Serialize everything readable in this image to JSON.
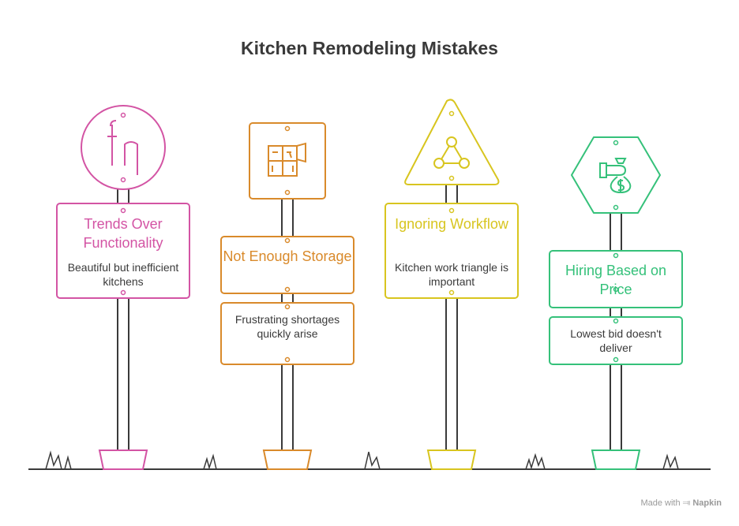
{
  "title": "Kitchen Remodeling Mistakes",
  "signs": [
    {
      "title": "Trends Over Functionality",
      "desc": "Beautiful but inefficient kitchens",
      "icon": "sink-faucet-icon",
      "color": "#d354a4"
    },
    {
      "title": "Not Enough Storage",
      "desc": "Frustrating shortages quickly arise",
      "icon": "storage-cabinet-icon",
      "color": "#d98a2b"
    },
    {
      "title": "Ignoring Workflow",
      "desc": "Kitchen work triangle is important",
      "icon": "triangle-nodes-icon",
      "color": "#d8c51f"
    },
    {
      "title": "Hiring Based on Price",
      "desc": "Lowest bid doesn't deliver",
      "icon": "money-bag-hand-icon",
      "color": "#35c17a"
    }
  ],
  "credit": {
    "prefix": "Made with",
    "brand": "Napkin"
  }
}
